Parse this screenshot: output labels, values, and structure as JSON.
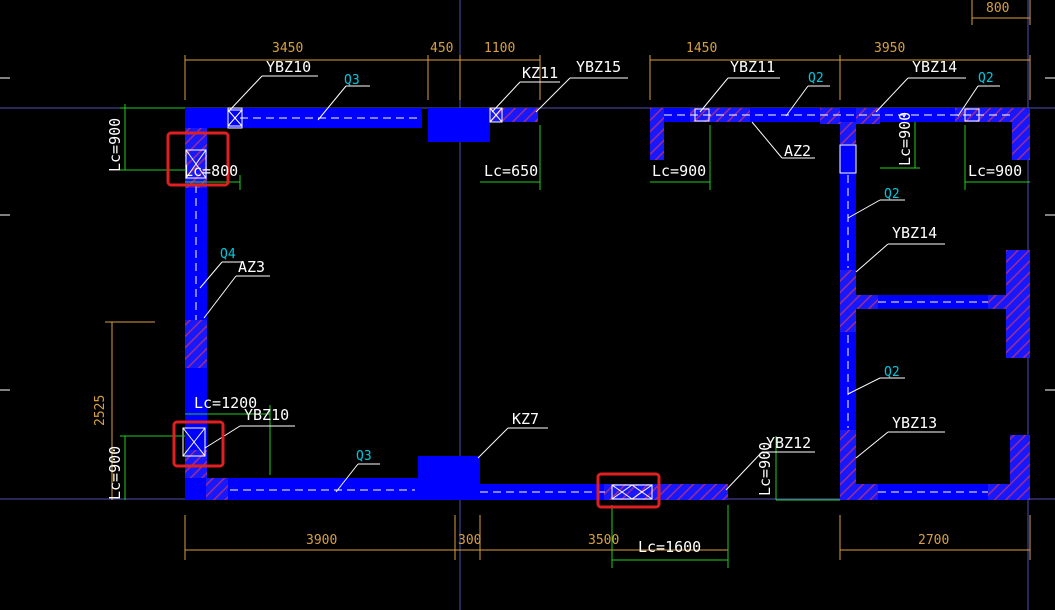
{
  "drawing": {
    "colors": {
      "background": "#000000",
      "wall": "#0000ff",
      "column_hatch": "#a02a8a",
      "dim_line": "#d8a040",
      "leader": "#ffffff",
      "lc_line": "#22cc22",
      "q_label": "#00c8e0",
      "highlight": "#e02020",
      "axis": "#6060c0"
    },
    "dims_top": [
      "3450",
      "450",
      "1100",
      "1450",
      "3950"
    ],
    "dims_bottom": [
      "3900",
      "300",
      "3500",
      "2700"
    ],
    "dim_topright": "800",
    "dim_left": "2525",
    "labels": {
      "ybz10_top": "YBZ10",
      "q3_top": "Q3",
      "kz11": "KZ11",
      "ybz15": "YBZ15",
      "ybz11": "YBZ11",
      "q2_top_a": "Q2",
      "ybz14_top": "YBZ14",
      "q2_top_b": "Q2",
      "az2": "AZ2",
      "q4": "Q4",
      "az3": "AZ3",
      "q2_right_a": "Q2",
      "ybz14_mid": "YBZ14",
      "q2_right_b": "Q2",
      "ybz13": "YBZ13",
      "ybz10_bottom": "YBZ10",
      "q3_bottom": "Q3",
      "kz7": "KZ7",
      "ybz12": "YBZ12"
    },
    "lc": {
      "left_top": "Lc=900",
      "left_800": "Lc=800",
      "kz11": "Lc=650",
      "ybz11": "Lc=900",
      "right_top": "Lc=900",
      "ybz14_vert": "Lc=900",
      "left_1200": "Lc=1200",
      "left_bottom": "Lc=900",
      "ybz12_vert": "Lc=900",
      "bottom_1600": "Lc=1600"
    }
  }
}
